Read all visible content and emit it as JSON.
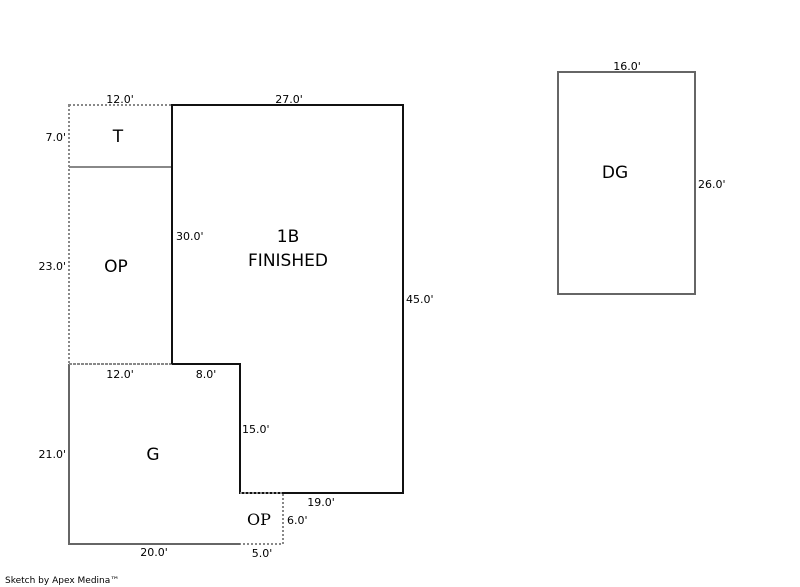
{
  "sketch": {
    "areas": [
      {
        "id": "T",
        "label": "T",
        "dimensions": {
          "top": "12.0'",
          "left": "7.0'"
        }
      },
      {
        "id": "OP-left",
        "label": "OP",
        "dimensions": {
          "left": "23.0'"
        }
      },
      {
        "id": "1B",
        "label_line1": "1B",
        "label_line2": "FINISHED",
        "dimensions": {
          "top": "27.0'",
          "left": "30.0'",
          "right": "45.0'",
          "bottom": "19.0'",
          "inner_left": "15.0'",
          "inner_top": "8.0'"
        }
      },
      {
        "id": "G",
        "label": "G",
        "dimensions": {
          "top": "12.0'",
          "left": "21.0'",
          "bottom": "20.0'"
        }
      },
      {
        "id": "OP-small",
        "label": "OP",
        "dimensions": {
          "right": "6.0'",
          "bottom": "5.0'"
        }
      },
      {
        "id": "DG",
        "label": "DG",
        "dimensions": {
          "top": "16.0'",
          "right": "26.0'"
        }
      }
    ],
    "credit": "Sketch by Apex Medina™"
  }
}
